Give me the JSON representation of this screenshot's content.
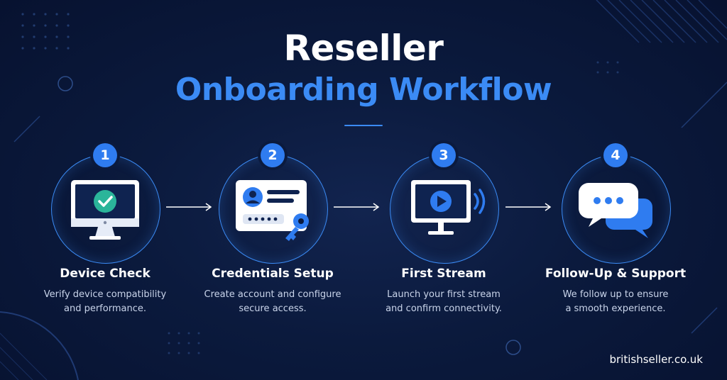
{
  "header": {
    "title_line1": "Reseller",
    "title_line2": "Onboarding Workflow"
  },
  "steps": [
    {
      "number": "1",
      "label": "Device Check",
      "desc_line1": "Verify device compatibility",
      "desc_line2": "and performance.",
      "icon": "monitor-check-icon"
    },
    {
      "number": "2",
      "label": "Credentials Setup",
      "desc_line1": "Create account and configure",
      "desc_line2": "secure access.",
      "icon": "id-card-key-icon"
    },
    {
      "number": "3",
      "label": "First Stream",
      "desc_line1": "Launch your first stream",
      "desc_line2": "and confirm connectivity.",
      "icon": "monitor-play-icon"
    },
    {
      "number": "4",
      "label": "Follow-Up & Support",
      "desc_line1": "We follow up to ensure",
      "desc_line2": "a smooth experience.",
      "icon": "chat-bubbles-icon"
    }
  ],
  "footer": {
    "brand": "britishseller.co.uk"
  },
  "colors": {
    "background": "#0a1633",
    "accent": "#3b8bf5",
    "check": "#2bb59a"
  }
}
